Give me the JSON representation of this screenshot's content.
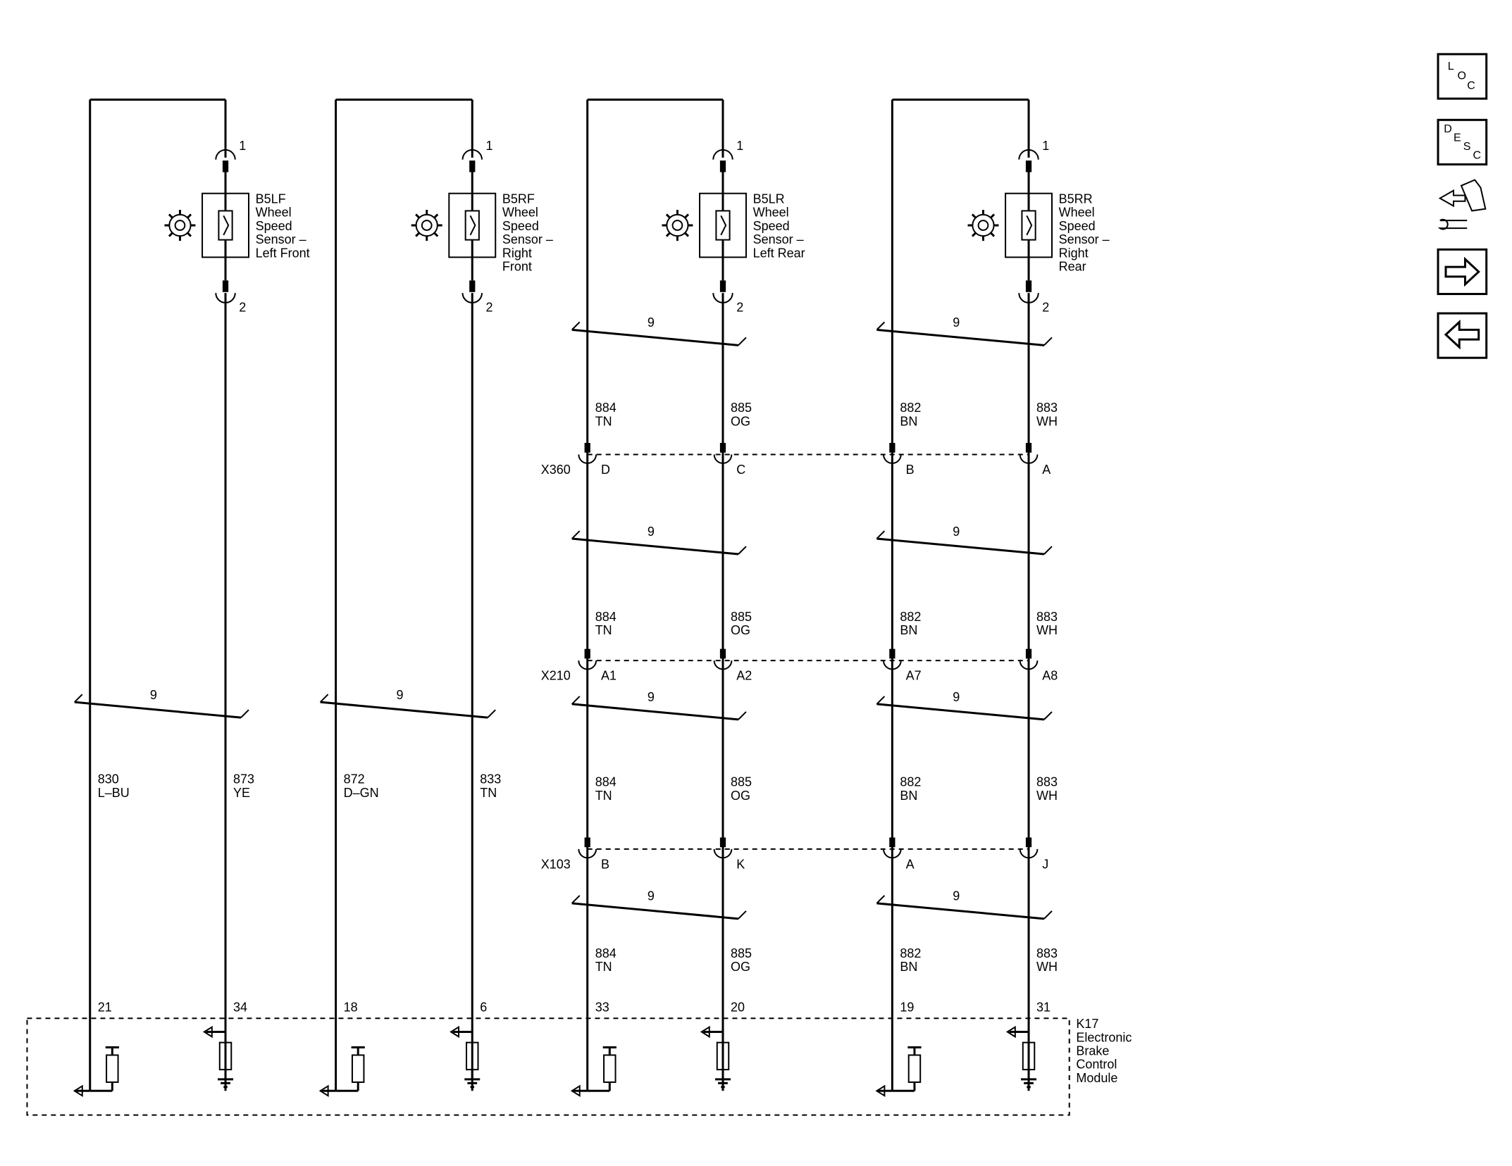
{
  "sensors": [
    {
      "ref": "B5LF",
      "desc_lines": [
        "Wheel",
        "Speed",
        "Sensor –",
        "Left Front"
      ],
      "pin_top": "1",
      "pin_bottom": "2"
    },
    {
      "ref": "B5RF",
      "desc_lines": [
        "Wheel",
        "Speed",
        "Sensor –",
        "Right",
        "Front"
      ],
      "pin_top": "1",
      "pin_bottom": "2"
    },
    {
      "ref": "B5LR",
      "desc_lines": [
        "Wheel",
        "Speed",
        "Sensor –",
        "Left Rear"
      ],
      "pin_top": "1",
      "pin_bottom": "2"
    },
    {
      "ref": "B5RR",
      "desc_lines": [
        "Wheel",
        "Speed",
        "Sensor –",
        "Right",
        "Rear"
      ],
      "pin_top": "1",
      "pin_bottom": "2"
    }
  ],
  "wires": [
    {
      "circuit": "830",
      "color": "L–BU",
      "module_pin": "21"
    },
    {
      "circuit": "873",
      "color": "YE",
      "module_pin": "34"
    },
    {
      "circuit": "872",
      "color": "D–GN",
      "module_pin": "18"
    },
    {
      "circuit": "833",
      "color": "TN",
      "module_pin": "6"
    },
    {
      "circuit": "884",
      "color": "TN",
      "module_pin": "33"
    },
    {
      "circuit": "885",
      "color": "OG",
      "module_pin": "20"
    },
    {
      "circuit": "882",
      "color": "BN",
      "module_pin": "19"
    },
    {
      "circuit": "883",
      "color": "WH",
      "module_pin": "31"
    }
  ],
  "twist_label": "9",
  "connectors": [
    {
      "name": "X360",
      "pins": [
        "D",
        "C",
        "B",
        "A"
      ]
    },
    {
      "name": "X210",
      "pins": [
        "A1",
        "A2",
        "A7",
        "A8"
      ]
    },
    {
      "name": "X103",
      "pins": [
        "B",
        "K",
        "A",
        "J"
      ]
    }
  ],
  "module": {
    "ref": "K17",
    "desc_lines": [
      "Electronic",
      "Brake",
      "Control",
      "Module"
    ]
  },
  "nav": {
    "loc": [
      "L",
      "O",
      "C"
    ],
    "desc": [
      "D",
      "E",
      "S",
      "C"
    ],
    "icons": [
      "connector-wrench-icon",
      "arrow-right-icon",
      "arrow-left-icon"
    ]
  }
}
